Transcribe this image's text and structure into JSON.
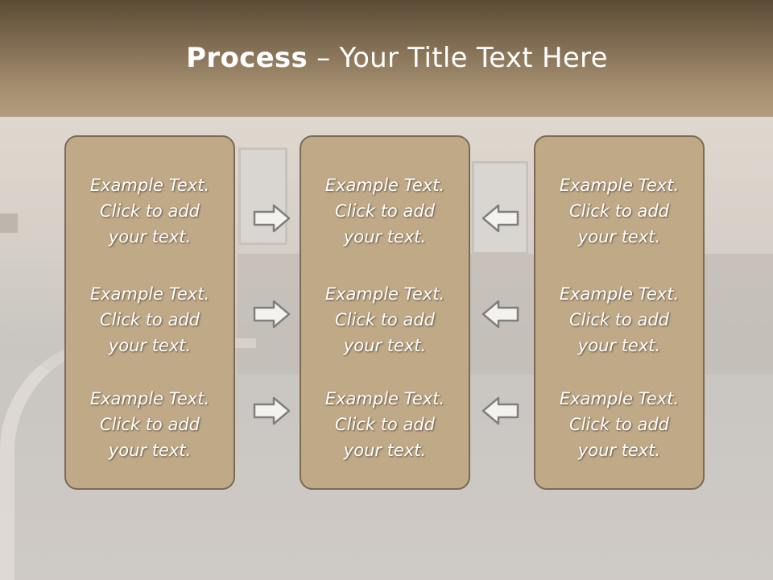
{
  "title": {
    "bold": "Process",
    "rest": " – Your Title Text Here"
  },
  "columns": [
    {
      "items": [
        [
          "Example Text.",
          "Click  to add",
          "your text."
        ],
        [
          "Example Text.",
          "Click  to add",
          "your text."
        ],
        [
          "Example Text.",
          "Click  to add",
          "your text."
        ]
      ]
    },
    {
      "items": [
        [
          "Example Text.",
          "Click  to add",
          "your text."
        ],
        [
          "Example Text.",
          "Click  to add",
          "your text."
        ],
        [
          "Example Text.",
          "Click  to add",
          "your text."
        ]
      ]
    },
    {
      "items": [
        [
          "Example Text.",
          "Click  to add",
          "your text."
        ],
        [
          "Example Text.",
          "Click  to add",
          "your text."
        ],
        [
          "Example Text.",
          "Click  to add",
          "your text."
        ]
      ]
    }
  ],
  "arrows": {
    "left_group": "right-arrow-icon",
    "right_group": "left-arrow-icon"
  },
  "colors": {
    "header_dark": "#5b4a35",
    "header_light": "#b49d7e",
    "box_fill": "#c0a987",
    "box_border": "#7b6a55"
  }
}
